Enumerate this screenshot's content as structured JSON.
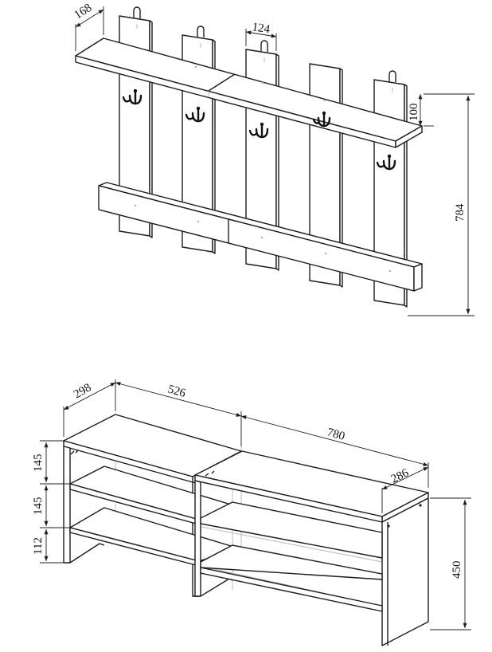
{
  "hanger": {
    "dims": {
      "shelf_depth": "168",
      "board_width": "124",
      "shelf_height": "100",
      "total_height": "784"
    }
  },
  "bench": {
    "dims": {
      "left_depth": "298",
      "left_width": "526",
      "right_width": "780",
      "right_depth": "286",
      "tier_top": "145",
      "tier_mid": "145",
      "tier_bottom": "112",
      "total_height": "450"
    }
  },
  "colors": {
    "line": "#1c1c1c",
    "hidden_line": "#b4b4b4"
  },
  "icons": [
    "coat-hook-icon"
  ]
}
